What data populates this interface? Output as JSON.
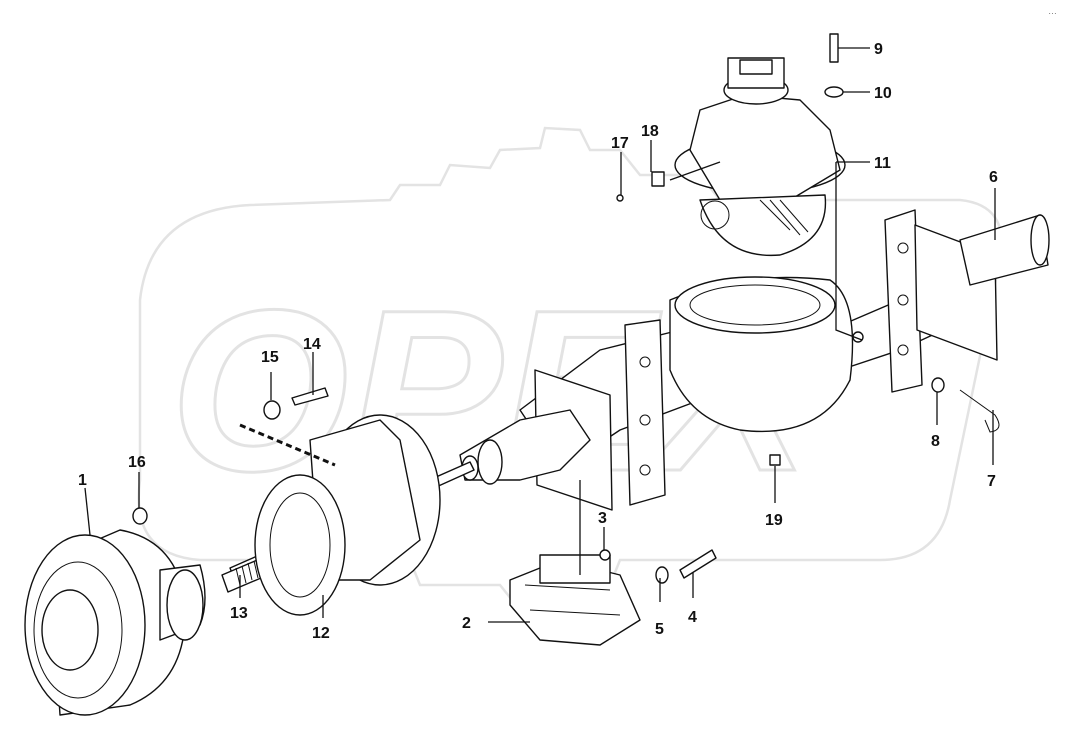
{
  "diagram": {
    "watermark_text": "OPEX",
    "corner_mark": "…",
    "labels": {
      "p1": "1",
      "p2": "2",
      "p3": "3",
      "p4": "4",
      "p5": "5",
      "p6": "6",
      "p7": "7",
      "p8": "8",
      "p9": "9",
      "p10": "10",
      "p11": "11",
      "p12": "12",
      "p13": "13",
      "p14": "14",
      "p15": "15",
      "p16": "16",
      "p17": "17",
      "p18": "18",
      "p19": "19"
    }
  }
}
